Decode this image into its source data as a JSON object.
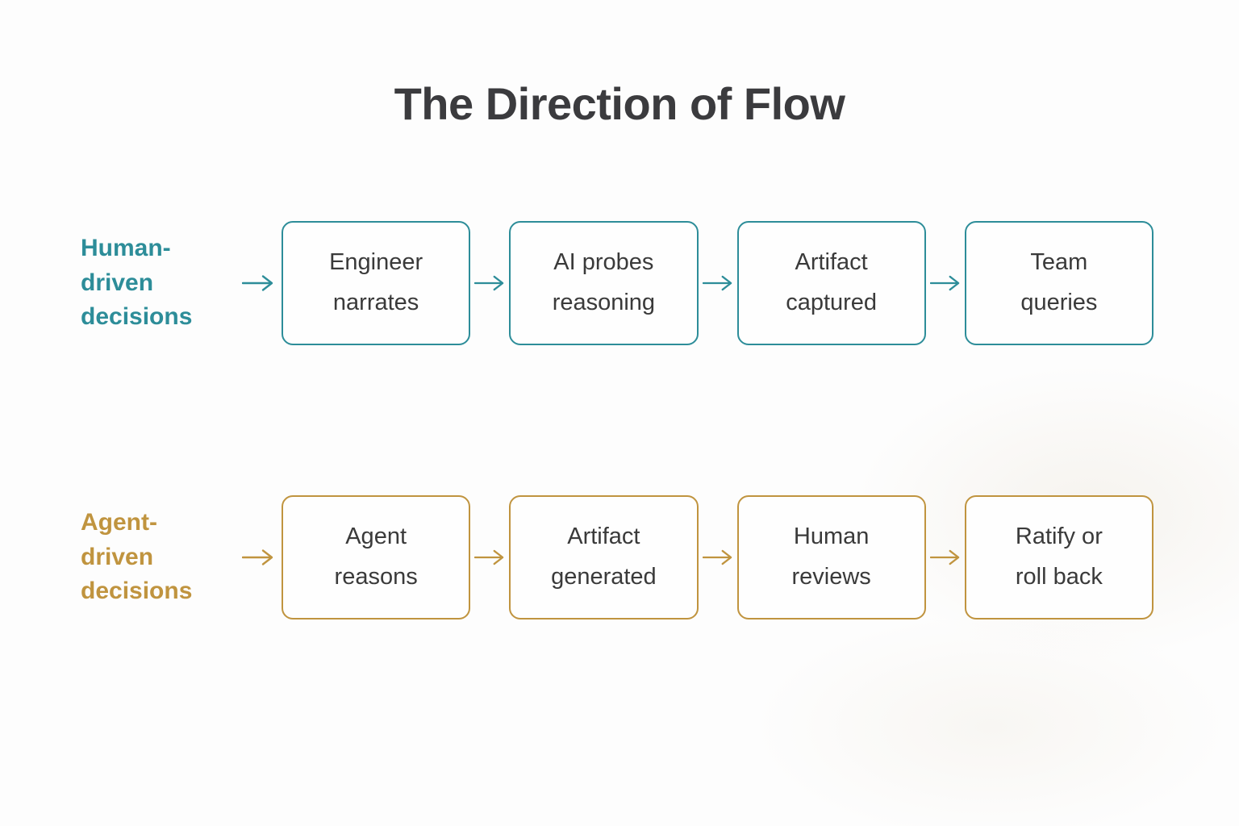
{
  "title": "The Direction of Flow",
  "colors": {
    "background": "#fdfdfd",
    "title-text": "#3b3b3e",
    "box-text": "#3a3a3a",
    "box-fill": "#fefefe",
    "teal": "#2d8d99",
    "gold": "#c0943f"
  },
  "rows": [
    {
      "label": "Human-\ndriven\ndecisions",
      "theme": "teal",
      "steps": [
        "Engineer\nnarrates",
        "AI probes\nreasoning",
        "Artifact\ncaptured",
        "Team\nqueries"
      ]
    },
    {
      "label": "Agent-\ndriven\ndecisions",
      "theme": "gold",
      "steps": [
        "Agent\nreasons",
        "Artifact\ngenerated",
        "Human\nreviews",
        "Ratify or\nroll back"
      ]
    }
  ]
}
